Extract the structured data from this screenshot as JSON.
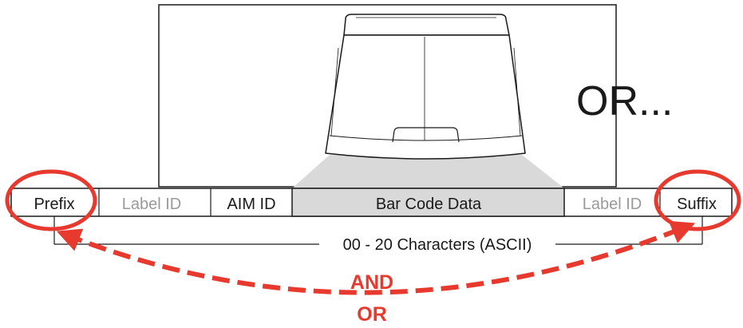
{
  "diagram": {
    "or_text": "OR...",
    "segments": [
      {
        "label": "Prefix",
        "style": "normal"
      },
      {
        "label": "Label ID",
        "style": "muted"
      },
      {
        "label": "AIM ID",
        "style": "normal"
      },
      {
        "label": "Bar Code Data",
        "style": "shaded"
      },
      {
        "label": "Label ID",
        "style": "muted"
      },
      {
        "label": "Suffix",
        "style": "normal"
      }
    ],
    "range_label": "00 - 20 Characters (ASCII)",
    "and_text": "AND",
    "or_bottom_text": "OR",
    "colors": {
      "highlight": "#e8392e",
      "shaded_cell": "#d9d9d9",
      "muted_text": "#9a9a9a",
      "line": "#1a1a1a"
    }
  }
}
